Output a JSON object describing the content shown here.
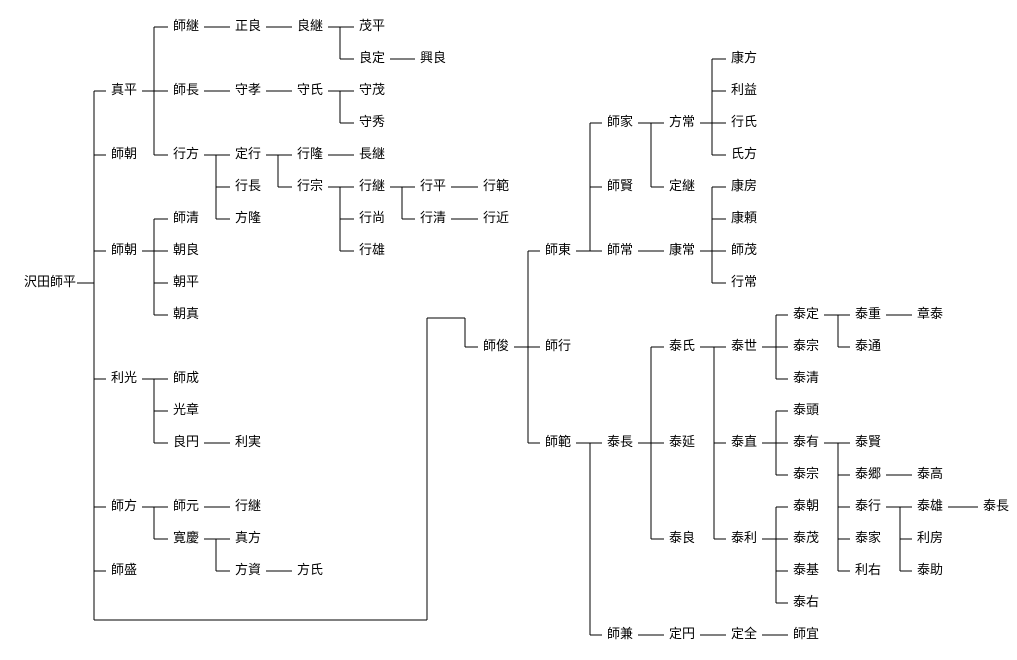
{
  "family_tree": {
    "root": {
      "name": "沢田師平",
      "children": [
        {
          "name": "真平",
          "children": [
            {
              "name": "師継",
              "children": [
                {
                  "name": "正良",
                  "children": [
                    {
                      "name": "良継",
                      "children": [
                        {
                          "name": "茂平"
                        },
                        {
                          "name": "良定",
                          "children": [
                            {
                              "name": "興良"
                            }
                          ]
                        }
                      ]
                    }
                  ]
                }
              ]
            },
            {
              "name": "師長",
              "children": [
                {
                  "name": "守孝",
                  "children": [
                    {
                      "name": "守氏",
                      "children": [
                        {
                          "name": "守茂"
                        },
                        {
                          "name": "守秀"
                        }
                      ]
                    }
                  ]
                }
              ]
            },
            {
              "name": "行方",
              "children": [
                {
                  "name": "定行",
                  "children": [
                    {
                      "name": "行隆",
                      "children": [
                        {
                          "name": "長継"
                        }
                      ]
                    },
                    {
                      "name": "行宗",
                      "children": [
                        {
                          "name": "行継",
                          "children": [
                            {
                              "name": "行平",
                              "children": [
                                {
                                  "name": "行範"
                                }
                              ]
                            },
                            {
                              "name": "行清",
                              "children": [
                                {
                                  "name": "行近"
                                }
                              ]
                            }
                          ]
                        },
                        {
                          "name": "行尚"
                        },
                        {
                          "name": "行雄"
                        }
                      ]
                    }
                  ]
                },
                {
                  "name": "行長"
                },
                {
                  "name": "方隆"
                }
              ]
            }
          ]
        },
        {
          "name": "師朝"
        },
        {
          "name": "師朝",
          "children": [
            {
              "name": "師清"
            },
            {
              "name": "朝良"
            },
            {
              "name": "朝平"
            },
            {
              "name": "朝真"
            }
          ]
        },
        {
          "name": "利光",
          "children": [
            {
              "name": "師成"
            },
            {
              "name": "光章"
            },
            {
              "name": "良円",
              "children": [
                {
                  "name": "利実"
                }
              ]
            }
          ]
        },
        {
          "name": "師方",
          "children": [
            {
              "name": "師元",
              "children": [
                {
                  "name": "行継"
                }
              ]
            },
            {
              "name": "寛慶",
              "children": [
                {
                  "name": "真方"
                },
                {
                  "name": "方資",
                  "children": [
                    {
                      "name": "方氏"
                    }
                  ]
                }
              ]
            }
          ]
        },
        {
          "name": "師盛"
        },
        {
          "name": "師俊",
          "children": [
            {
              "name": "師東",
              "children": [
                {
                  "name": "師家",
                  "children": [
                    {
                      "name": "方常",
                      "children": [
                        {
                          "name": "康方"
                        },
                        {
                          "name": "利益"
                        },
                        {
                          "name": "行氏"
                        },
                        {
                          "name": "氏方"
                        }
                      ]
                    },
                    {
                      "name": "定継"
                    }
                  ]
                },
                {
                  "name": "師賢"
                },
                {
                  "name": "師常",
                  "children": [
                    {
                      "name": "康常",
                      "children": [
                        {
                          "name": "康房"
                        },
                        {
                          "name": "康頼"
                        },
                        {
                          "name": "師茂"
                        },
                        {
                          "name": "行常"
                        }
                      ]
                    }
                  ]
                }
              ]
            },
            {
              "name": "師行"
            },
            {
              "name": "師範",
              "children": [
                {
                  "name": "泰長",
                  "children": [
                    {
                      "name": "泰氏",
                      "children": [
                        {
                          "name": "泰世",
                          "children": [
                            {
                              "name": "泰定",
                              "children": [
                                {
                                  "name": "泰重",
                                  "children": [
                                    {
                                      "name": "章泰"
                                    }
                                  ]
                                },
                                {
                                  "name": "泰通"
                                }
                              ]
                            },
                            {
                              "name": "泰宗"
                            },
                            {
                              "name": "泰清"
                            }
                          ]
                        },
                        {
                          "name": "泰直",
                          "children": [
                            {
                              "name": "泰頭"
                            },
                            {
                              "name": "泰有",
                              "children": [
                                {
                                  "name": "泰賢"
                                },
                                {
                                  "name": "泰郷",
                                  "children": [
                                    {
                                      "name": "泰高"
                                    }
                                  ]
                                },
                                {
                                  "name": "泰行",
                                  "children": [
                                    {
                                      "name": "泰雄",
                                      "children": [
                                        {
                                          "name": "泰長"
                                        }
                                      ]
                                    },
                                    {
                                      "name": "利房"
                                    },
                                    {
                                      "name": "泰助"
                                    }
                                  ]
                                },
                                {
                                  "name": "泰家"
                                },
                                {
                                  "name": "利右"
                                }
                              ]
                            },
                            {
                              "name": "泰宗"
                            }
                          ]
                        },
                        {
                          "name": "泰利",
                          "children": [
                            {
                              "name": "泰朝"
                            },
                            {
                              "name": "泰茂"
                            },
                            {
                              "name": "泰基"
                            },
                            {
                              "name": "泰右"
                            }
                          ]
                        }
                      ]
                    },
                    {
                      "name": "泰延"
                    },
                    {
                      "name": "泰良"
                    }
                  ]
                },
                {
                  "name": "師兼",
                  "children": [
                    {
                      "name": "定円",
                      "children": [
                        {
                          "name": "定全",
                          "children": [
                            {
                              "name": "師宜"
                            }
                          ]
                        }
                      ]
                    }
                  ]
                }
              ]
            }
          ]
        }
      ]
    }
  }
}
